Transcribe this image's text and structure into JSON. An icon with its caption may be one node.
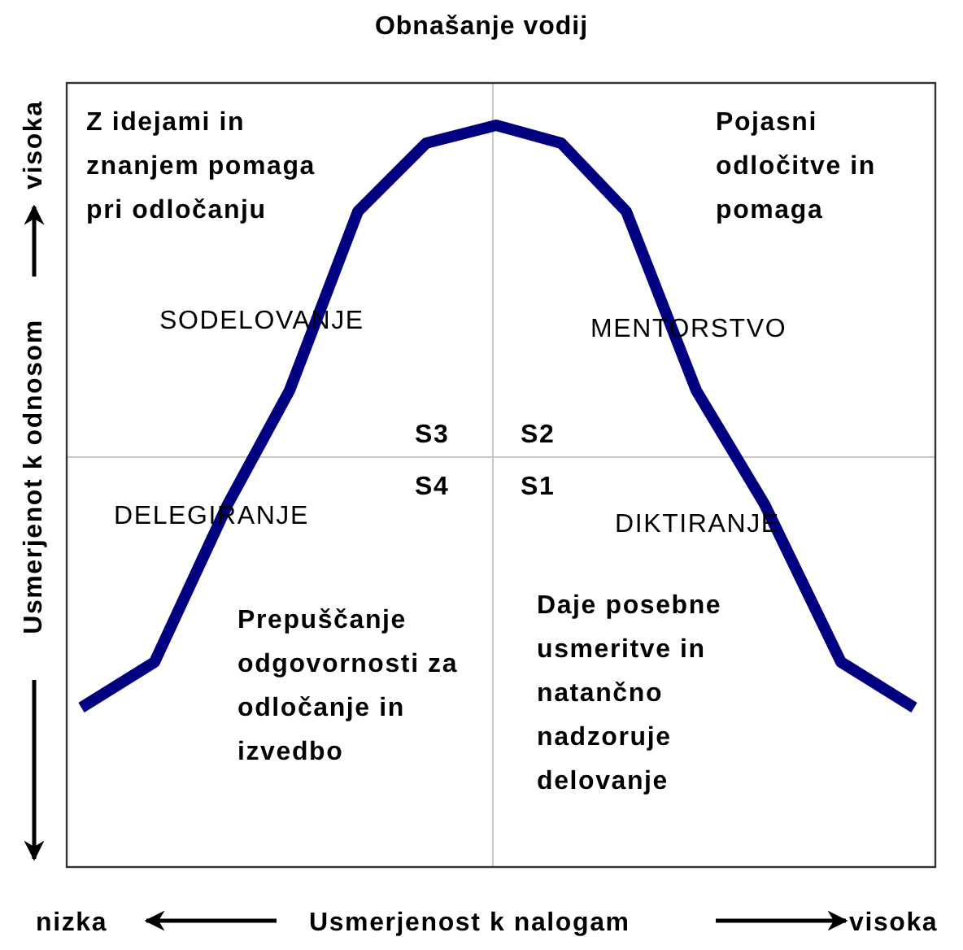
{
  "diagram": {
    "title": "Obnašanje vodij",
    "labels": [
      "visoka",
      "Usmerjenot k odnosom",
      "Z idejami in znanjem pomaga pri odločanju",
      "Pojasni odločitve in pomaga",
      "SODELOVANJE",
      "MENTORSTVO",
      "S3",
      "S2",
      "S4",
      "S1",
      "DELEGIRANJE",
      "DIKTIRANJE",
      "Prepuščanje odgovornosti za odločanje in izvedbo",
      "Daje posebne usmeritve in natančno nadzoruje delovanje",
      "nizka",
      "Usmerjenost k nalogam",
      "visoka"
    ]
  }
}
